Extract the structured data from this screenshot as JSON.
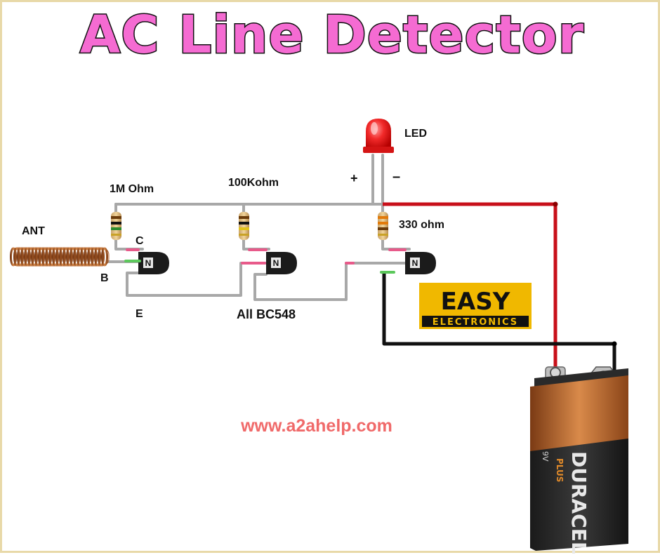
{
  "title": "AC Line Detector",
  "labels": {
    "led": "LED",
    "plus": "+",
    "minus": "–",
    "r1": "1M Ohm",
    "r2": "100Kohm",
    "r3": "330 ohm",
    "ant": "ANT",
    "c": "C",
    "b": "B",
    "e": "E",
    "transistors": "All BC548",
    "transistor_mark": "N"
  },
  "logo": {
    "top": "EASY",
    "bottom": "ELECTRONICS"
  },
  "website": "www.a2ahelp.com",
  "battery": {
    "brand": "DURACELL",
    "sub": "PLUS",
    "voltage": "9V"
  },
  "colors": {
    "title": "#f56bd2",
    "website": "#f06a6a",
    "wire_gray": "#a8a8a8",
    "wire_red": "#c8101a",
    "wire_black": "#111111",
    "logo_bg": "#f0b800"
  }
}
